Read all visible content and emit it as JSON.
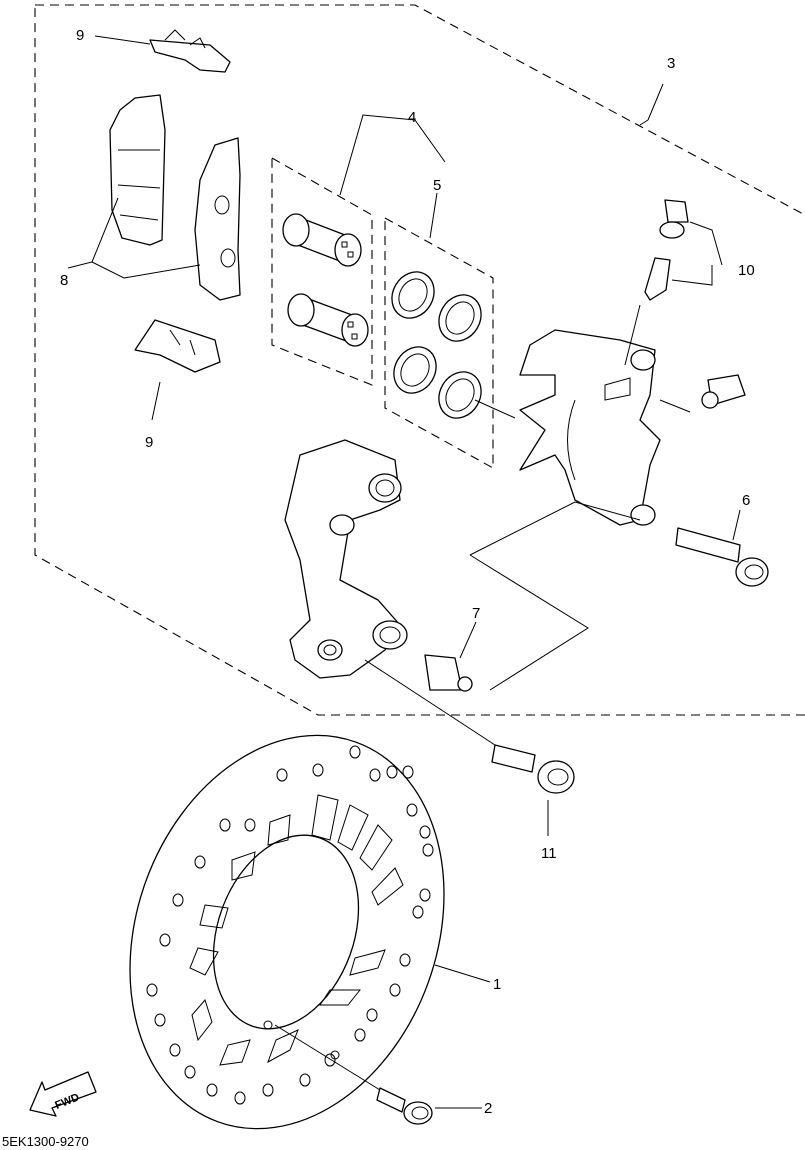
{
  "diagram": {
    "callouts": [
      {
        "id": "c1",
        "label": "1"
      },
      {
        "id": "c2",
        "label": "2"
      },
      {
        "id": "c3",
        "label": "3"
      },
      {
        "id": "c4",
        "label": "4"
      },
      {
        "id": "c5",
        "label": "5"
      },
      {
        "id": "c6",
        "label": "6"
      },
      {
        "id": "c7",
        "label": "7"
      },
      {
        "id": "c8",
        "label": "8"
      },
      {
        "id": "c9a",
        "label": "9"
      },
      {
        "id": "c9b",
        "label": "9"
      },
      {
        "id": "c10",
        "label": "10"
      },
      {
        "id": "c11",
        "label": "11"
      }
    ],
    "fwd_label": "FWD",
    "diagram_code": "5EK1300-9270"
  }
}
